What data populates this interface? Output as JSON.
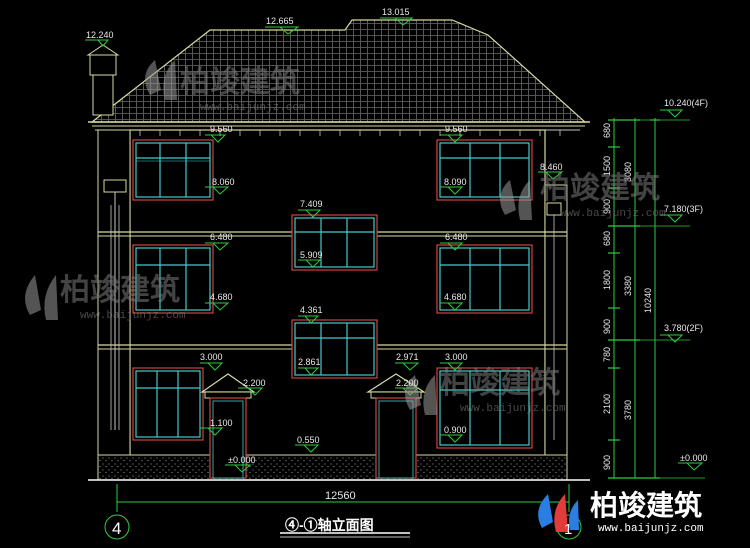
{
  "title": "④-①轴立面图",
  "axis_left": "4",
  "axis_right": "1",
  "overall_width": "12560",
  "watermark": {
    "name": "柏竣建筑",
    "url": "www.baijunjz.com"
  },
  "elevations": {
    "chimney_top": "12.240",
    "roof_mid": "12.665",
    "roof_ridge": "13.015",
    "eave_left": "9.560",
    "eave_right": "9.560",
    "win3_top_left": "8.060",
    "win3_top_right": "8.090",
    "cornice_right": "8.460",
    "stair_top": "7.409",
    "floor3_left": "6.480",
    "floor3_right": "6.480",
    "stair_mid_top": "5.909",
    "win2_bottom_left": "4.680",
    "win2_bottom_right": "4.680",
    "stair_low_top": "4.361",
    "floor2_left": "3.000",
    "floor2_right": "3.000",
    "door_canopy_right": "2.971",
    "stair_low_bottom": "2.861",
    "canopy_left": "2.200",
    "canopy_right": "2.200",
    "win1_sill_left": "1.100",
    "win1_sill_right": "0.900",
    "ground_step": "0.550",
    "ground_left": "±0.000",
    "ground_right": "±0.000"
  },
  "right_levels": {
    "level_4f": "10.240(4F)",
    "level_3f": "7.180(3F)",
    "level_2f": "3.780(2F)",
    "level_0": "±0.000"
  },
  "right_dims": {
    "d1": "680",
    "d2": "1500",
    "d3": "900",
    "d4": "680",
    "d5": "1800",
    "d6": "900",
    "d7": "780",
    "d8": "2100",
    "d9": "900",
    "sub_top": "3080",
    "sub_mid": "3380",
    "sub_low": "3780",
    "total": "10240"
  }
}
